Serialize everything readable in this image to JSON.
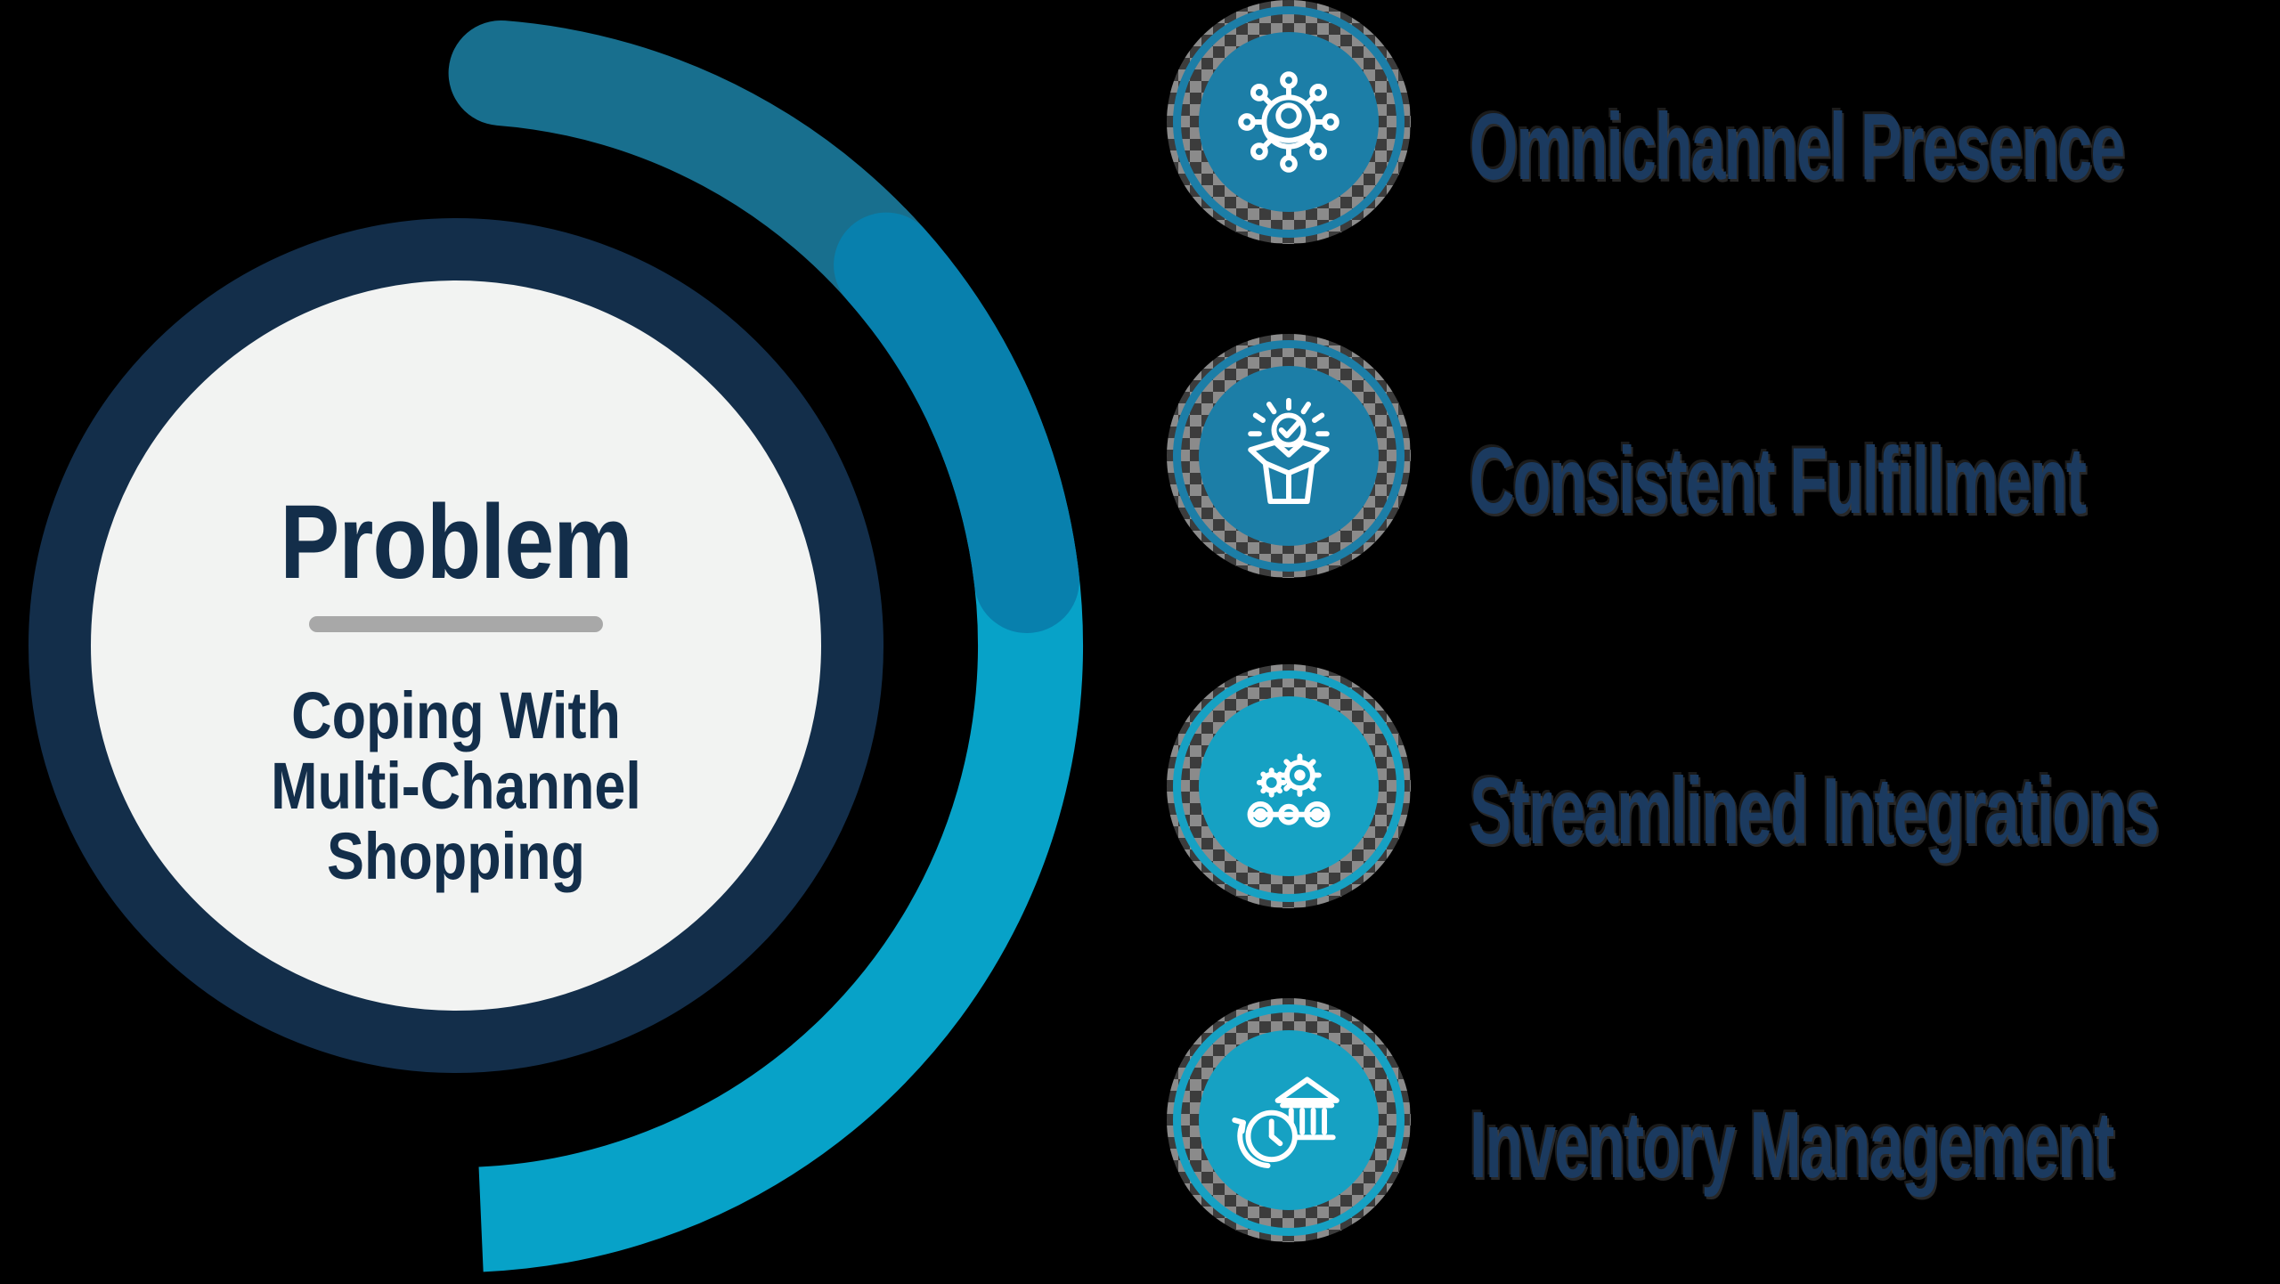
{
  "theme": {
    "background": "#000000",
    "navy": "#132e4a",
    "label-navy": "#1b3a5f",
    "circle-fill": "#f2f3f2",
    "divider-gray": "#a8a8a8",
    "teal-muted": "#1c7ea7",
    "teal-bright": "#16a1c3",
    "arc-dark": "#186f8e",
    "arc-mid": "#0880ad",
    "arc-light": "#07a2c8",
    "icon-glyph": "#ffffff"
  },
  "main_circle": {
    "title": "Problem",
    "subtitle_lines": [
      "Coping With",
      "Multi-Channel",
      "Shopping"
    ]
  },
  "items": [
    {
      "label": "Omnichannel Presence",
      "icon": "omnichannel-network-icon"
    },
    {
      "label": "Consistent Fulfillment",
      "icon": "fulfillment-box-check-icon"
    },
    {
      "label": "Streamlined Integrations",
      "icon": "integrations-gears-icon"
    },
    {
      "label": "Inventory Management",
      "icon": "inventory-bank-clock-icon"
    }
  ]
}
